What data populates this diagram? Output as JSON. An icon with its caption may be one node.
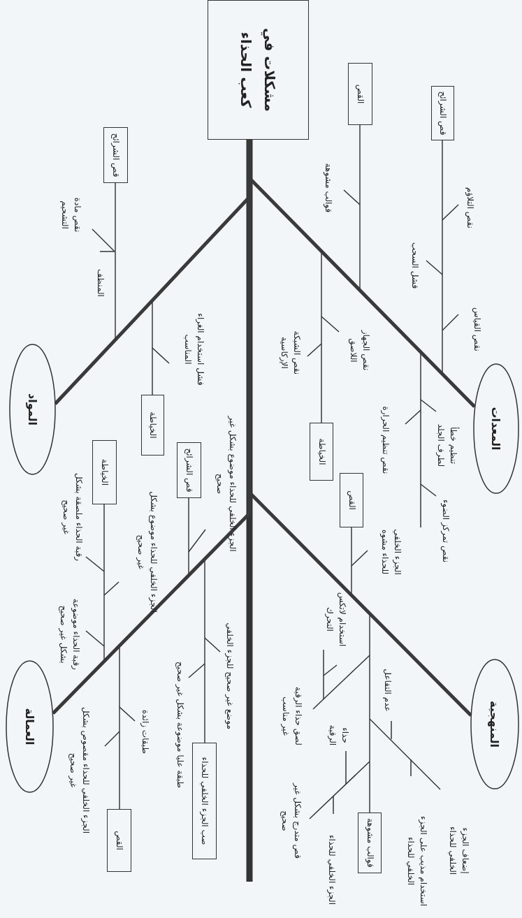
{
  "diagram": {
    "nodes": [
      {
        "text": [
          "مشكلات في كعب الحذاء"
        ]
      },
      {
        "text": [
          "المواد"
        ]
      },
      {
        "text": [
          "العمالة"
        ]
      },
      {
        "text": [
          "المعدات"
        ]
      },
      {
        "text": [
          "المنهجية"
        ]
      },
      {
        "text": [
          "قص الشرائح"
        ]
      },
      {
        "text": [
          "الخياطة"
        ]
      },
      {
        "text": [
          "الخياطة"
        ]
      },
      {
        "text": [
          "قص الشرائح"
        ]
      },
      {
        "text": [
          "القص"
        ]
      },
      {
        "text": [
          "صب الجزء الخلفي للحذاء"
        ]
      },
      {
        "text": [
          "القص"
        ]
      },
      {
        "text": [
          "قص الشرائح"
        ]
      },
      {
        "text": [
          "الخياطة"
        ]
      },
      {
        "text": [
          "القص"
        ]
      },
      {
        "text": [
          "قوالب مشوهة"
        ]
      }
    ],
    "edges": [
      {
        "from": 1,
        "to": 0,
        "arrow": "none",
        "style": "thick"
      },
      {
        "from": 2,
        "to": 0,
        "arrow": "none",
        "style": "thick"
      },
      {
        "from": 3,
        "to": 0,
        "arrow": "none",
        "style": "thick"
      },
      {
        "from": 4,
        "to": 0,
        "arrow": "none",
        "style": "thick"
      },
      {
        "from": 5,
        "to": 1,
        "arrow": "none"
      },
      {
        "from": 6,
        "to": 1,
        "arrow": "none"
      },
      {
        "from": 7,
        "to": 2,
        "arrow": "none"
      },
      {
        "from": 8,
        "to": 2,
        "arrow": "none"
      },
      {
        "from": 9,
        "to": 2,
        "arrow": "none"
      },
      {
        "from": 10,
        "to": 2,
        "arrow": "none"
      },
      {
        "from": 11,
        "to": 3,
        "arrow": "none"
      },
      {
        "from": 12,
        "to": 3,
        "arrow": "none"
      },
      {
        "from": 13,
        "to": 3,
        "arrow": "none"
      },
      {
        "from": 14,
        "to": 4,
        "arrow": "none"
      },
      {
        "from": 15,
        "to": 4,
        "arrow": "none"
      }
    ],
    "labels": [
      "نقص مادة التشحيم",
      "المنظف",
      "فشل استخدام الغراء المناسب",
      "رقبة الحذاء ملصقة بشكل غير صحيح",
      "الجزء الخلفي للحذاء موضوع بشكل غير صحيح",
      "رقبة الحذاء موضوعة بشكل غير صحيح",
      "الجزء الخلفي للحذاء موضوع بشكل غير صحيح",
      "طبقات زائدة",
      "الجزء الخلفي للحذاء مقصوص بشكل غير صحيح",
      "موضع غير صحيح للجزء الخلفي",
      "طبقة عليا موضوعة بشكل غير صحيح",
      "قوالب مشوهة",
      "نقص التلاؤم",
      "فشل السحب",
      "نقص القياس",
      "نقص الشبكة الإركاسية",
      "نقص الجهاز اللاصق",
      "نقص تنظيم الحرارة",
      "تنظيم خطأ لطرف الجلد",
      "نقص تمركز الضوء",
      "الجزء الخلفي للحذاء مشوه",
      "استخدام لاتكس التحرك",
      "لصق حذاء الرقبة غير مناسب",
      "حذاء الرقبة",
      "قص متدرج بشكل غير صحيح",
      "الجزء الخلفي للحذاء",
      "عدم التفاعل",
      "استخدام مذيب على الجزء الخلفي للحذاء",
      "إضعاف الجزء الخلفي للحذاء"
    ]
  }
}
